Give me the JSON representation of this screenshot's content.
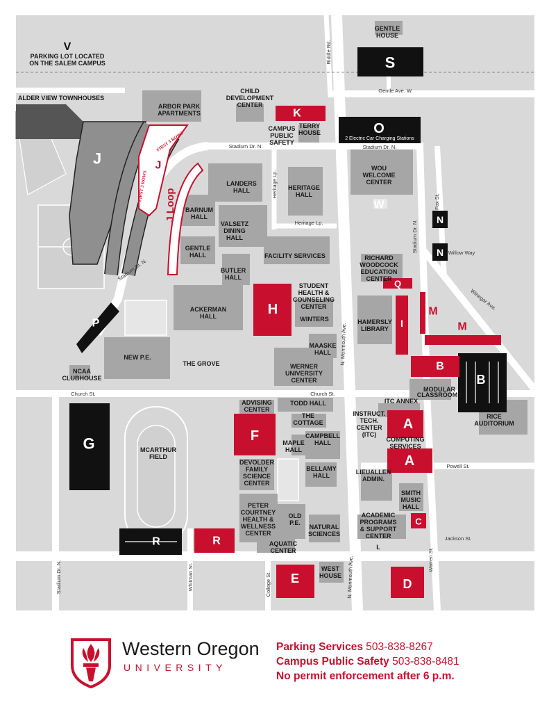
{
  "labels": {
    "v_lot": "V",
    "v_lot_desc1": "PARKING LOT LOCATED",
    "v_lot_desc2": "ON THE SALEM CAMPUS",
    "gentle_house1": "GENTLE",
    "gentle_house2": "HOUSE",
    "alder_view": "ALDER VIEW TOWNHOUSES",
    "arbor_park1": "ARBOR PARK",
    "arbor_park2": "APARTMENTS",
    "child_dev1": "CHILD",
    "child_dev2": "DEVELOPMENT",
    "child_dev3": "CENTER",
    "terry_house1": "TERRY",
    "terry_house2": "HOUSE",
    "campus_ps1": "CAMPUS",
    "campus_ps2": "PUBLIC",
    "campus_ps3": "SAFETY",
    "ev_stations": "2 Electric Car Charging Stations",
    "wou_welcome1": "WOU",
    "wou_welcome2": "WELCOME",
    "wou_welcome3": "CENTER",
    "landers1": "LANDERS",
    "landers2": "HALL",
    "heritage1": "HERITAGE",
    "heritage2": "HALL",
    "barnum1": "BARNUM",
    "barnum2": "HALL",
    "valsetz1": "VALSETZ",
    "valsetz2": "DINING",
    "valsetz3": "HALL",
    "gentle_hall1": "GENTLE",
    "gentle_hall2": "HALL",
    "butler1": "BUTLER",
    "butler2": "HALL",
    "facility": "FACILITY SERVICES",
    "richard1": "RICHARD",
    "richard2": "WOODCOCK",
    "richard3": "EDUCATION",
    "richard4": "CENTER",
    "ackerman1": "ACKERMAN",
    "ackerman2": "HALL",
    "student_health1": "STUDENT",
    "student_health2": "HEALTH &",
    "student_health3": "COUNSELING",
    "student_health4": "CENTER",
    "winters": "WINTERS",
    "hamersly1": "HAMERSLY",
    "hamersly2": "LIBRARY",
    "maaske1": "MAASKE",
    "maaske2": "HALL",
    "werner1": "WERNER",
    "werner2": "UNIVERSITY",
    "werner3": "CENTER",
    "new_pe": "NEW P.E.",
    "the_grove": "THE GROVE",
    "ncaa1": "NCAA",
    "ncaa2": "CLUBHOUSE",
    "modular1": "MODULAR",
    "modular2": "CLASSROOMS",
    "itc_annex": "ITC ANNEX",
    "rice1": "RICE",
    "rice2": "AUDITORIUM",
    "advising1": "ADVISING",
    "advising2": "CENTER",
    "todd": "TODD HALL",
    "cottage1": "THE",
    "cottage2": "COTTAGE",
    "instruct1": "INSTRUCT.",
    "instruct2": "TECH.",
    "instruct3": "CENTER",
    "instruct4": "(ITC)",
    "computing1": "COMPUTING",
    "computing2": "SERVICES",
    "campbell1": "CAMPBELL",
    "campbell2": "HALL",
    "maple1": "MAPLE",
    "maple2": "HALL",
    "mcarthur1": "MCARTHUR",
    "mcarthur2": "FIELD",
    "devolder1": "DEVOLDER",
    "devolder2": "FAMILY",
    "devolder3": "SCIENCE",
    "devolder4": "CENTER",
    "bellamy1": "BELLAMY",
    "bellamy2": "HALL",
    "lieuallen1": "LIEUALLEN",
    "lieuallen2": "ADMIN.",
    "smith1": "SMITH",
    "smith2": "MUSIC",
    "smith3": "HALL",
    "peter1": "PETER",
    "peter2": "COURTNEY",
    "peter3": "HEALTH &",
    "peter4": "WELLNESS",
    "peter5": "CENTER",
    "old_pe1": "OLD",
    "old_pe2": "P.E.",
    "natural1": "NATURAL",
    "natural2": "SCIENCES",
    "academic1": "ACADEMIC",
    "academic2": "PROGRAMS",
    "academic3": "& SUPPORT",
    "academic4": "CENTER",
    "aquatic1": "AQUATIC",
    "aquatic2": "CENTER",
    "west_house1": "WEST",
    "west_house2": "HOUSE",
    "lot_l": "L",
    "first_rows_a": "FIRST 3 ROWS",
    "first_rows_b": "FIRST 3 ROWS"
  },
  "streets": {
    "riddle": "Riddle Rd.",
    "gentle_ave": "Gentle Ave. W.",
    "stadium_n1": "Stadium Dr. N.",
    "stadium_n2": "Stadium Dr. N.",
    "stadium_diag": "Stadium Dr. N.",
    "stadium_e": "Stadium Dr. N.",
    "stadium_w": "Stadium Dr. N.",
    "heritage_lp1": "Heritage Lp.",
    "heritage_lp2": "Heritage Lp.",
    "church1": "Church St.",
    "church2": "Church St.",
    "n_monmouth1": "N. Monmouth Ave.",
    "n_monmouth2": "N. Monmouth Ave.",
    "willow": "Willow Way",
    "fox": "Fox St.",
    "winegar": "Winegar Ave.",
    "powell": "Powell St.",
    "jackson": "Jackson St.",
    "warren": "Warren St.",
    "whitman": "Whitman St.",
    "college": "College St."
  },
  "lots": {
    "s": "S",
    "k": "K",
    "o": "O",
    "j": "J",
    "j_red": "J",
    "j_loop": "J Loop",
    "w": "W",
    "n1": "N",
    "n2": "N",
    "q": "Q",
    "h": "H",
    "i": "I",
    "m1": "M",
    "m2": "M",
    "p": "P",
    "b_red": "B",
    "b_black": "B",
    "g": "G",
    "f": "F",
    "a1": "A",
    "a2": "A",
    "r_black": "R",
    "r_red": "R",
    "c": "C",
    "e": "E",
    "d": "D"
  },
  "footer": {
    "org_name": "Western Oregon",
    "org_sub": "UNIVERSITY",
    "parking_label": "Parking Services",
    "parking_phone": "503-838-8267",
    "safety_label": "Campus Public Safety",
    "safety_phone": "503-838-8481",
    "enforcement_note": "No permit enforcement after 6 p.m."
  },
  "colors": {
    "red": "#c8102e",
    "black": "#111111",
    "gray_building": "#a6a6a6",
    "gray_bg": "#d9d9d9",
    "road": "#ffffff"
  },
  "icons": {
    "logo": "torch-icon"
  }
}
